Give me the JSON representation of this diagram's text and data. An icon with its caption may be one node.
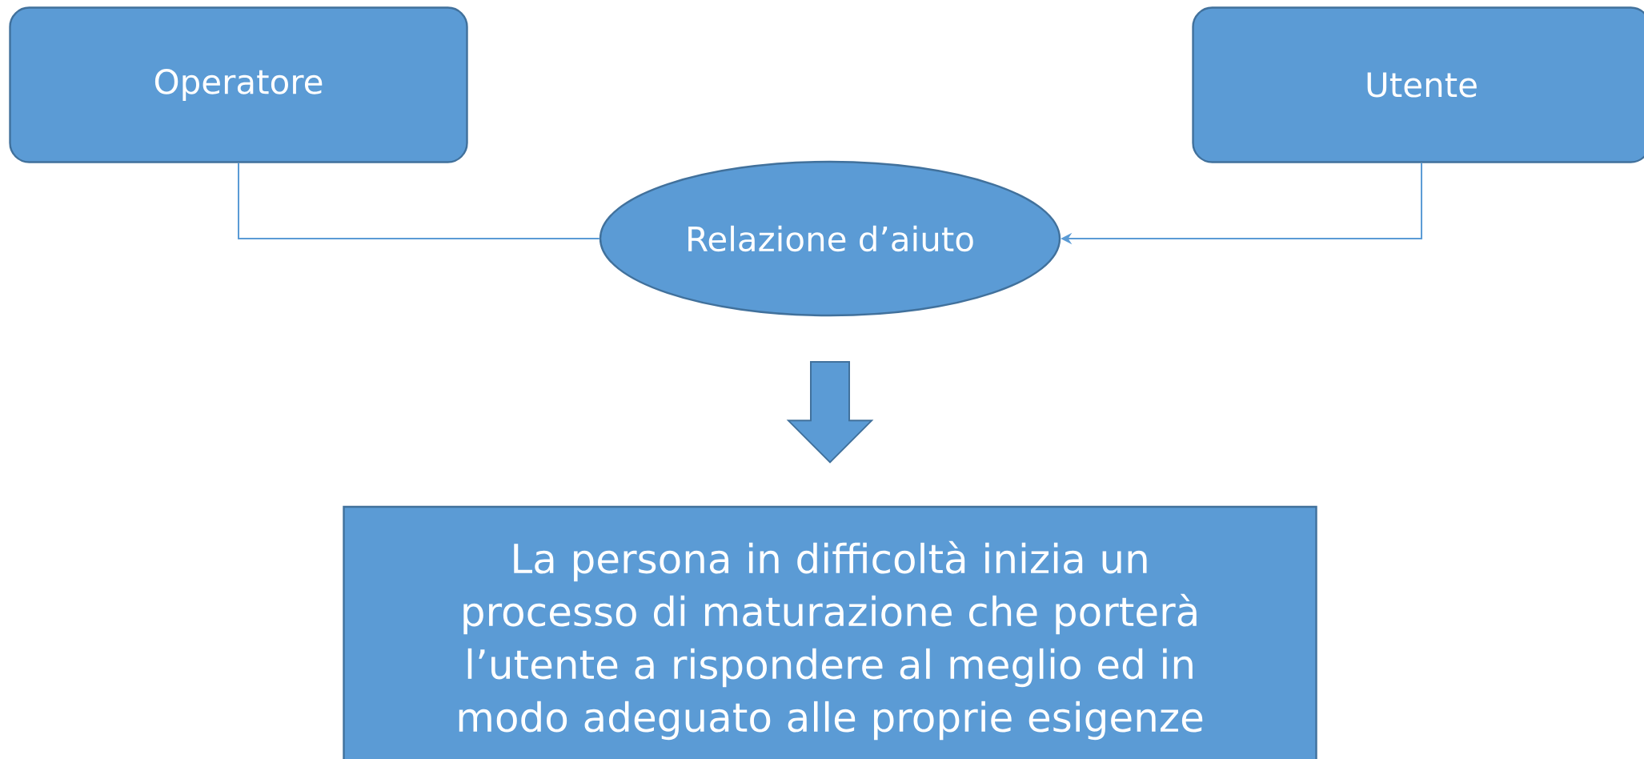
{
  "diagram": {
    "nodes": [
      {
        "text": [
          "Operatore"
        ]
      },
      {
        "text": [
          "Utente"
        ]
      },
      {
        "text": [
          "Relazione d’aiuto"
        ]
      },
      {
        "text": [
          "La persona in difficoltà inizia un processo di maturazione che porterà l’utente a rispondere al meglio ed in modo adeguato alle proprie esigenze"
        ]
      }
    ],
    "edges": [
      {
        "from": 0,
        "to": 2,
        "arrow": "none"
      },
      {
        "from": 1,
        "to": 2,
        "arrow": "to"
      },
      {
        "from": 2,
        "to": 3,
        "arrow": "to",
        "style": "thick"
      }
    ]
  }
}
